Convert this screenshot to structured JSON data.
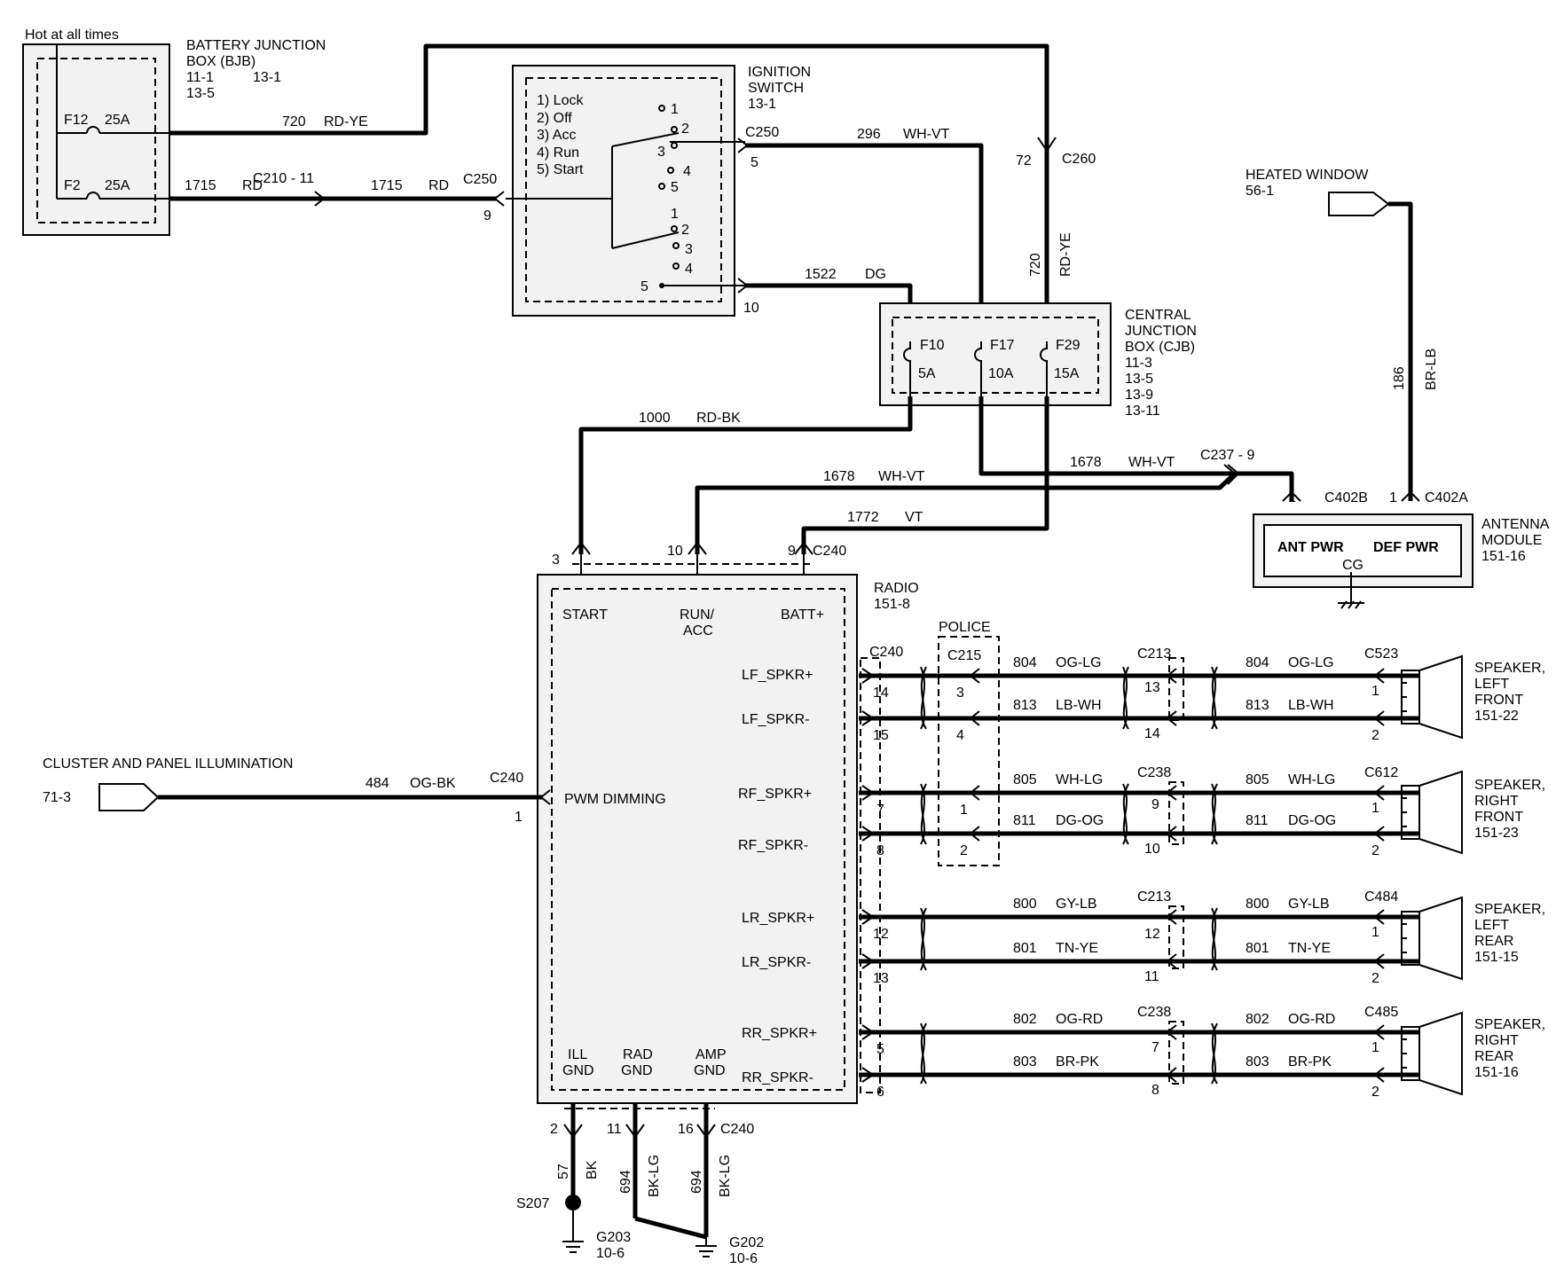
{
  "bjb": {
    "note": "Hot at all times",
    "title1": "BATTERY  JUNCTION",
    "title2": "BOX (BJB)",
    "refs1": "11-1",
    "refs2": "13-1",
    "refs3": "13-5",
    "f12": "F12",
    "f12_amp": "25A",
    "f2": "F2",
    "f2_amp": "25A"
  },
  "ignition": {
    "title1": "IGNITION",
    "title2": "SWITCH",
    "ref": "13-1",
    "pos1": "1) Lock",
    "pos2": "2) Off",
    "pos3": "3) Acc",
    "pos4": "4) Run",
    "pos5": "5) Start",
    "n1": "1",
    "n2": "2",
    "n3": "3",
    "n4": "4",
    "n5": "5",
    "m1": "1",
    "m2": "2",
    "m3": "3",
    "m4": "4",
    "m5": "5"
  },
  "cjb": {
    "title1": "CENTRAL",
    "title2": "JUNCTION",
    "title3": "BOX (CJB)",
    "r1": "11-3",
    "r2": "13-5",
    "r3": "13-9",
    "r4": "13-11",
    "f10": "F10",
    "f10_amp": "5A",
    "f17": "F17",
    "f17_amp": "10A",
    "f29": "F29",
    "f29_amp": "15A"
  },
  "wires": {
    "w720a": "720",
    "w720a_c": "RD-YE",
    "w1715a": "1715",
    "w1715a_c": "RD",
    "c210": "C210  -  11",
    "w1715b": "1715",
    "w1715b_c": "RD",
    "c250a": "C250",
    "c250a_pin": "9",
    "c250b": "C250",
    "c250b_pin": "5",
    "w296": "296",
    "w296_c": "WH-VT",
    "w72": "72",
    "c260": "C260",
    "w720b": "720",
    "w720b_c": "RD-YE",
    "w1522": "1522",
    "w1522_c": "DG",
    "pin10": "10",
    "w1000": "1000",
    "w1000_c": "RD-BK",
    "w1678a": "1678",
    "w1678a_c": "WH-VT",
    "w1678b": "1678",
    "w1678b_c": "WH-VT",
    "c237": "C237  -  9",
    "w1772": "1772",
    "w1772_c": "VT",
    "w186": "186",
    "w186_c": "BR-LB",
    "w484": "484",
    "w484_c": "OG-BK",
    "c240_ill": "C240",
    "c240_ill_pin": "1"
  },
  "heated": {
    "title": "HEATED WINDOW",
    "ref": "56-1"
  },
  "antenna": {
    "title1": "ANTENNA",
    "title2": "MODULE",
    "ref": "151-16",
    "ant": "ANT PWR",
    "def": "DEF PWR",
    "cg": "CG",
    "c402b": "C402B",
    "c402b_pin": "1",
    "c402a": "C402A",
    "c402a_pin": "1"
  },
  "radio": {
    "title": "RADIO",
    "ref": "151-8",
    "start": "START",
    "run1": "RUN/",
    "run2": "ACC",
    "batt": "BATT+",
    "pin3": "3",
    "pin10": "10",
    "pin9": "9",
    "c240": "C240",
    "lfp": "LF_SPKR+",
    "lfm": "LF_SPKR-",
    "rfp": "RF_SPKR+",
    "rfm": "RF_SPKR-",
    "lrp": "LR_SPKR+",
    "lrm": "LR_SPKR-",
    "rrp": "RR_SPKR+",
    "rrm": "RR_SPKR-",
    "pwm": "PWM DIMMING",
    "ill1": "ILL",
    "ill2": "GND",
    "rad1": "RAD",
    "rad2": "GND",
    "amp1": "AMP",
    "amp2": "GND"
  },
  "cluster": {
    "title": "CLUSTER AND PANEL ILLUMINATION",
    "ref": "71-3"
  },
  "police": {
    "title": "POLICE",
    "c215": "C215"
  },
  "connectors": {
    "c240": "C240",
    "c213a": "C213",
    "c523": "C523",
    "c238a": "C238",
    "c612": "C612",
    "c213b": "C213",
    "c484": "C484",
    "c238b": "C238",
    "c485": "C485"
  },
  "pins": {
    "p14": "14",
    "p15": "15",
    "p7": "7",
    "p8": "8",
    "p12": "12",
    "p13": "13",
    "p5": "5",
    "p6": "6",
    "q3": "3",
    "q4": "4",
    "q1": "1",
    "q2": "2",
    "r13": "13",
    "r14": "14",
    "r9": "9",
    "r10": "10",
    "r12": "12",
    "r11": "11",
    "r7": "7",
    "r8": "8",
    "s1a": "1",
    "s2a": "2",
    "s1b": "1",
    "s2b": "2",
    "s1c": "1",
    "s2c": "2",
    "s1d": "1",
    "s2d": "2"
  },
  "spk": {
    "lf_w1": "804",
    "lf_c1": "OG-LG",
    "lf_w2": "813",
    "lf_c2": "LB-WH",
    "lf_w3": "804",
    "lf_c3": "OG-LG",
    "lf_w4": "813",
    "lf_c4": "LB-WH",
    "rf_w1": "805",
    "rf_c1": "WH-LG",
    "rf_w2": "811",
    "rf_c2": "DG-OG",
    "rf_w3": "805",
    "rf_c3": "WH-LG",
    "rf_w4": "811",
    "rf_c4": "DG-OG",
    "lr_w1": "800",
    "lr_c1": "GY-LB",
    "lr_w2": "801",
    "lr_c2": "TN-YE",
    "lr_w3": "800",
    "lr_c3": "GY-LB",
    "lr_w4": "801",
    "lr_c4": "TN-YE",
    "rr_w1": "802",
    "rr_c1": "OG-RD",
    "rr_w2": "803",
    "rr_c2": "BR-PK",
    "rr_w3": "802",
    "rr_c3": "OG-RD",
    "rr_w4": "803",
    "rr_c4": "BR-PK",
    "lf_t1": "SPEAKER,",
    "lf_t2": "LEFT",
    "lf_t3": "FRONT",
    "lf_ref": "151-22",
    "rf_t1": "SPEAKER,",
    "rf_t2": "RIGHT",
    "rf_t3": "FRONT",
    "rf_ref": "151-23",
    "lr_t1": "SPEAKER,",
    "lr_t2": "LEFT",
    "lr_t3": "REAR",
    "lr_ref": "151-15",
    "rr_t1": "SPEAKER,",
    "rr_t2": "RIGHT",
    "rr_t3": "REAR",
    "rr_ref": "151-16"
  },
  "ground": {
    "g_pin2": "2",
    "g_pin11": "11",
    "g_pin16": "16",
    "c240": "C240",
    "w57": "57",
    "w57_c": "BK",
    "w694a": "694",
    "w694a_c": "BK-LG",
    "w694b": "694",
    "w694b_c": "BK-LG",
    "s207": "S207",
    "g203": "G203",
    "g203_ref": "10-6",
    "g202": "G202",
    "g202_ref": "10-6"
  }
}
